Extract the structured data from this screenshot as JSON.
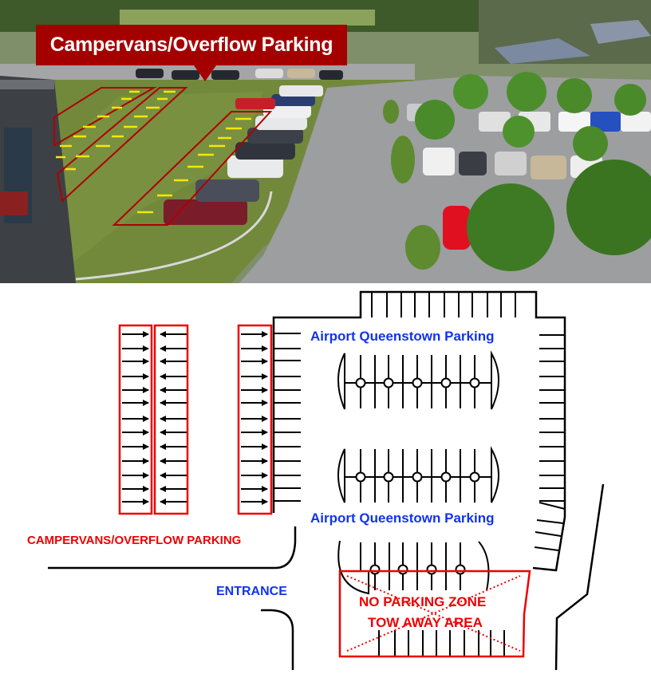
{
  "photo": {
    "callout_label": "Campervans/Overflow Parking",
    "colors": {
      "callout_bg": "#a50000",
      "zone_outline": "#b00000",
      "arrow": "#f4e800",
      "grass": "#6f8a3a",
      "asphalt": "#9a9c9e"
    }
  },
  "plan": {
    "lot_label_top": "Airport Queenstown Parking",
    "lot_label_bottom": "Airport Queenstown Parking",
    "overflow_label": "CAMPERVANS/OVERFLOW PARKING",
    "entrance_label": "ENTRANCE",
    "no_parking_line1": "NO PARKING ZONE",
    "no_parking_line2": "TOW AWAY AREA",
    "colors": {
      "label_blue": "#1133ee",
      "label_red": "#ee0000",
      "line": "#000000"
    },
    "overflow_lanes": [
      {
        "direction": "right",
        "arrows": 13
      },
      {
        "direction": "left",
        "arrows": 13
      },
      {
        "direction": "right",
        "arrows": 13
      }
    ]
  }
}
